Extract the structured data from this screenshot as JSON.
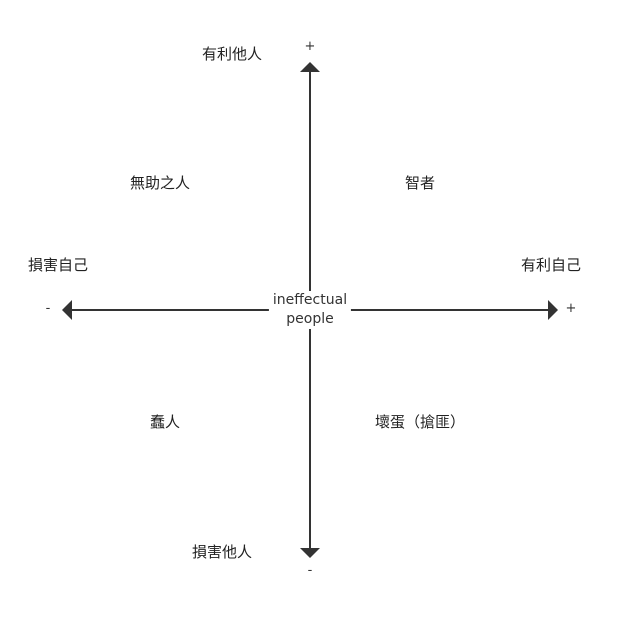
{
  "axes": {
    "top": {
      "label": "有利他人",
      "sign": "+"
    },
    "bottom": {
      "label": "損害他人",
      "sign": "-"
    },
    "left": {
      "label": "損害自己",
      "sign": "-"
    },
    "right": {
      "label": "有利自己",
      "sign": "+"
    }
  },
  "quadrants": {
    "top_left": "無助之人",
    "top_right": "智者",
    "bottom_left": "蠢人",
    "bottom_right": "壞蛋（搶匪）"
  },
  "center": {
    "line1": "ineffectual",
    "line2": "people"
  },
  "colors": {
    "axis": "#333333",
    "text": "#222222",
    "background": "#ffffff"
  }
}
